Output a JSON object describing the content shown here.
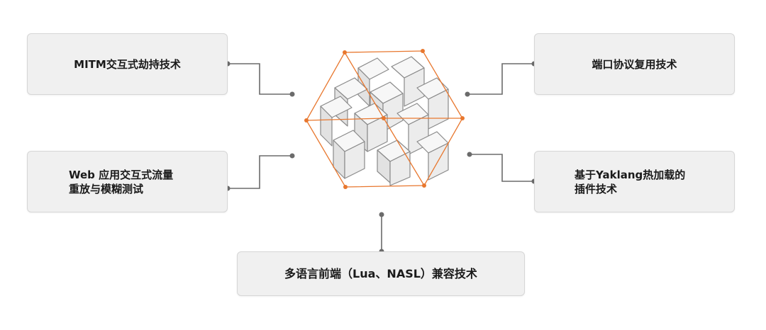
{
  "boxes": {
    "top_left": "MITM交互式劫持技术",
    "middle_left": "Web 应用交互式流量\n重放与模糊测试",
    "top_right": "端口协议复用技术",
    "middle_right": "基于Yaklang热加载的\n插件技术",
    "bottom": "多语言前端（Lua、NASL）兼容技术"
  },
  "colors": {
    "accent_orange": "#e8772e",
    "connector_gray": "#6b6b6b",
    "box_fill": "#f0f0f0",
    "cube_stroke": "#8a8a8a"
  }
}
